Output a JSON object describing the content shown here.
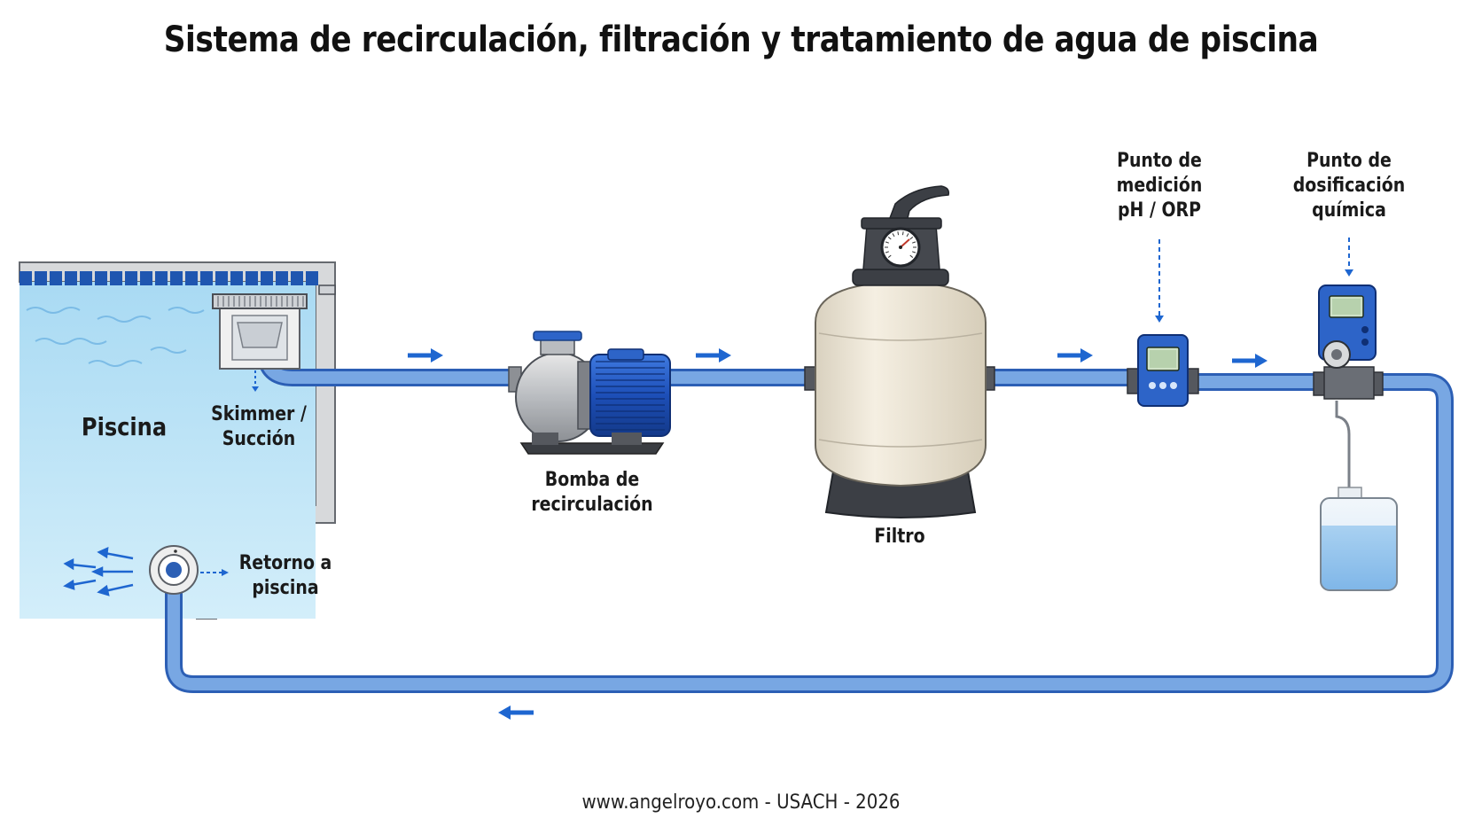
{
  "title": "Sistema de recirculación, filtración y tratamiento de agua de piscina",
  "labels": {
    "pool": "Piscina",
    "skimmer": "Skimmer /\nSucción",
    "return": "Retorno a\npiscina",
    "pump": "Bomba de\nrecirculación",
    "filter": "Filtro",
    "measure": "Punto de\nmedición\npH / ORP",
    "dosing": "Punto de\ndosificación\nquímica"
  },
  "footer": "www.angelroyo.com - USACH - 2026",
  "colors": {
    "pipe": "#6f9fe0",
    "pipe_outline": "#2c5fb5",
    "arrow": "#1e66d0",
    "water": "#bfe4f6",
    "pool_tile": "#1f56b0",
    "pump_blue": "#1d4fb8",
    "filter_tank": "#efe8d8",
    "dark": "#3c3f45"
  }
}
